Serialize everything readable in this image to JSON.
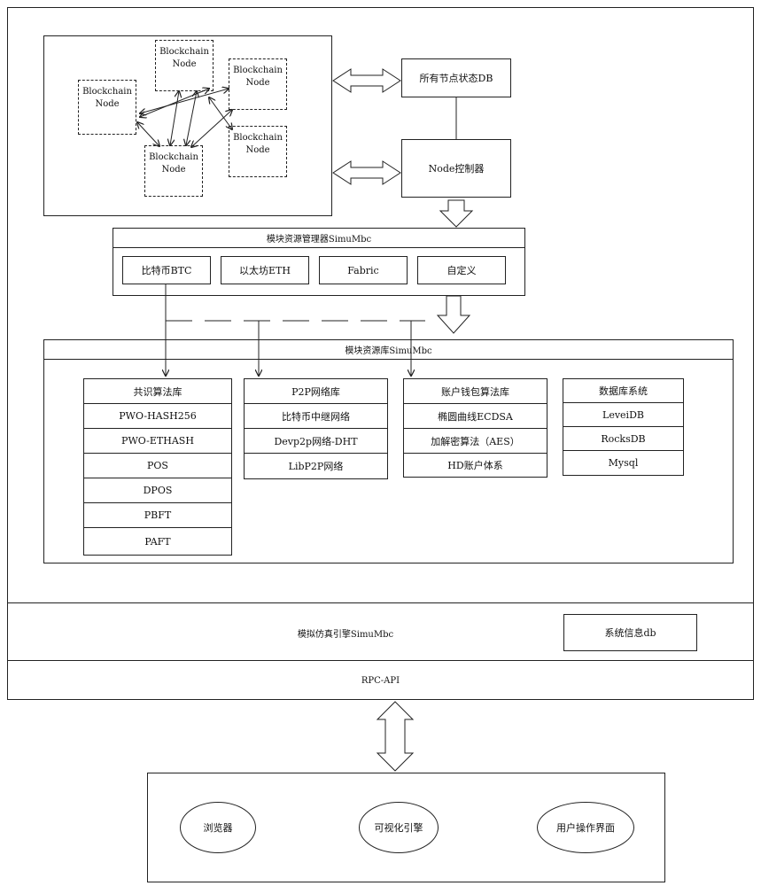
{
  "nodes": [
    {
      "line1": "Blockchain",
      "line2": "Node"
    },
    {
      "line1": "Blockchain",
      "line2": "Node"
    },
    {
      "line1": "Blockchain",
      "line2": "Node"
    },
    {
      "line1": "Blockchain",
      "line2": "Node"
    },
    {
      "line1": "Blockchain",
      "line2": "Node"
    }
  ],
  "state_db": "所有节点状态DB",
  "node_controller": "Node控制器",
  "manager": {
    "title": "模块资源管理器SimuMbc",
    "modules": [
      "比特币BTC",
      "以太坊ETH",
      "Fabric",
      "自定义"
    ]
  },
  "library": {
    "title": "模块资源库SimuMbc",
    "consensus": [
      "共识算法库",
      "PWO-HASH256",
      "PWO-ETHASH",
      "POS",
      "DPOS",
      "PBFT",
      "PAFT"
    ],
    "p2p": [
      "P2P网络库",
      "比特币中继网络",
      "Devp2p网络-DHT",
      "LibP2P网络"
    ],
    "wallet": [
      "账户钱包算法库",
      "椭圆曲线ECDSA",
      "加解密算法（AES）",
      "HD账户体系"
    ],
    "database": [
      "数据库系统",
      "LeveiDB",
      "RocksDB",
      "Mysql"
    ]
  },
  "engine": {
    "title": "模拟仿真引擎SimuMbc",
    "sysinfo": "系统信息db"
  },
  "rpc": "RPC-API",
  "clients": [
    "浏览器",
    "可视化引擎",
    "用户操作界面"
  ]
}
